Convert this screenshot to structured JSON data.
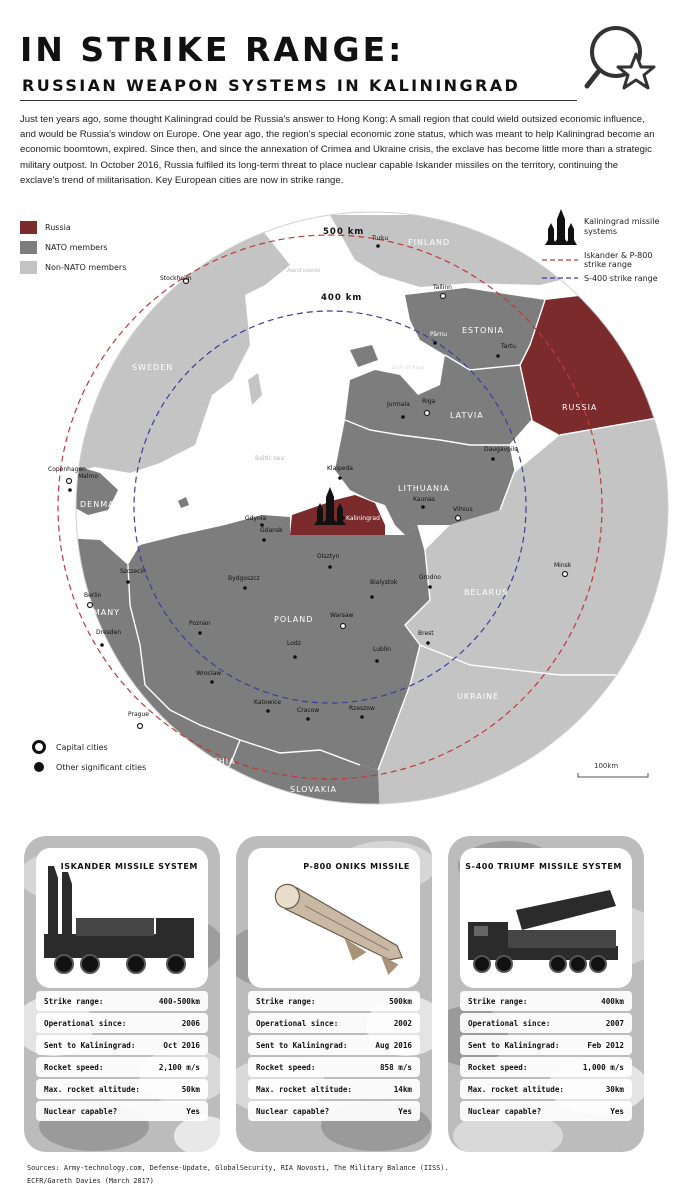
{
  "header": {
    "title": "IN STRIKE RANGE:",
    "subtitle": "RUSSIAN WEAPON SYSTEMS IN KALININGRAD",
    "intro": "Just ten years ago, some thought Kaliningrad could be Russia's answer to Hong Kong: A small region that could wield outsized economic influence, and would be Russia's window on Europe. One year ago, the region's special economic zone status, which was meant to help Kaliningrad become an economic boomtown, expired. Since then, and since the annexation of Crimea and Ukraine crisis, the exclave has become little more than a strategic military outpost. In October 2016, Russia fulfiled its long-term threat to place nuclear capable Iskander missiles on the territory, continuing the exclave's trend of militarisation. Key European cities are now in strike range."
  },
  "legend": {
    "russia": "Russia",
    "nato": "NATO members",
    "non_nato": "Non-NATO members",
    "missile_systems": "Kaliningrad missile systems",
    "iskander_range": "Iskander & P-800 strike range",
    "s400_range": "S-400 strike range",
    "capital": "Capital cities",
    "other_city": "Other significant cities",
    "scale": "100km"
  },
  "map": {
    "range_outer": "500 km",
    "range_inner": "400 km",
    "countries": {
      "finland": "FINLAND",
      "sweden": "SWEDEN",
      "estonia": "ESTONIA",
      "latvia": "LATVIA",
      "lithuania": "LITHUANIA",
      "russia": "RUSSIA",
      "denmark": "DENMARK",
      "poland": "POLAND",
      "belarus": "BELARUS",
      "germany": "GERMANY",
      "ukraine": "UKRAINE",
      "czechia": "CZECHIA",
      "slovakia": "SLOVAKIA"
    },
    "seas": {
      "aland": "Aland islands",
      "riga_gulf": "Gulf of Riga",
      "baltic": "Baltic sea"
    },
    "cities": {
      "turku": "Turku",
      "stockholm": "Stockholm",
      "tallinn": "Tallinn",
      "parnu": "Pärnu",
      "tartu": "Tartu",
      "jurmala": "Jurmala",
      "riga": "Riga",
      "daugavpils": "Daugavpils",
      "klaipeda": "Klaipeda",
      "kaunas": "Kaunas",
      "vilnius": "Vilnius",
      "kaliningrad": "Kaliningrad",
      "copenhagen": "Copenhagen",
      "malmo": "Malmo",
      "gdynia": "Gdynia",
      "gdansk": "Gdansk",
      "olsztyn": "Olsztyn",
      "bialystok": "Bialystok",
      "grodno": "Grodno",
      "minsk": "Minsk",
      "szczecin": "Szczecin",
      "bydgoszcz": "Bydgoszcz",
      "berlin": "Berlin",
      "poznan": "Poznan",
      "warsaw": "Warsaw",
      "brest": "Brest",
      "lodz": "Lodz",
      "lublin": "Lublin",
      "dresden": "Dresden",
      "wroclaw": "Wroclaw",
      "katowice": "Katowice",
      "cracow": "Cracow",
      "rzeszow": "Rzeszow",
      "prague": "Prague"
    }
  },
  "cards": [
    {
      "name": "ISKANDER MISSILE SYSTEM",
      "icon": "iskander-launcher-icon",
      "stats": [
        {
          "label": "Strike range:",
          "value": "400-500km"
        },
        {
          "label": "Operational since:",
          "value": "2006"
        },
        {
          "label": "Sent to Kaliningrad:",
          "value": "Oct 2016"
        },
        {
          "label": "Rocket speed:",
          "value": "2,100 m/s"
        },
        {
          "label": "Max. rocket altitude:",
          "value": "50km"
        },
        {
          "label": "Nuclear capable?",
          "value": "Yes"
        }
      ]
    },
    {
      "name": "P-800 ONIKS MISSILE",
      "icon": "oniks-missile-icon",
      "stats": [
        {
          "label": "Strike range:",
          "value": "500km"
        },
        {
          "label": "Operational since:",
          "value": "2002"
        },
        {
          "label": "Sent to Kaliningrad:",
          "value": "Aug 2016"
        },
        {
          "label": "Rocket speed:",
          "value": "858 m/s"
        },
        {
          "label": "Max. rocket altitude:",
          "value": "14km"
        },
        {
          "label": "Nuclear capable?",
          "value": "Yes"
        }
      ]
    },
    {
      "name": "S-400 TRIUMF MISSILE SYSTEM",
      "icon": "s400-launcher-icon",
      "stats": [
        {
          "label": "Strike range:",
          "value": "400km"
        },
        {
          "label": "Operational since:",
          "value": "2007"
        },
        {
          "label": "Sent to Kaliningrad:",
          "value": "Feb 2012"
        },
        {
          "label": "Rocket speed:",
          "value": "1,000 m/s"
        },
        {
          "label": "Max. rocket altitude:",
          "value": "30km"
        },
        {
          "label": "Nuclear capable?",
          "value": "Yes"
        }
      ]
    }
  ],
  "footer": {
    "sources": "Sources: Army-technology.com, Defense-Update, GlobalSecurity, RIA Novosti, The Military Balance (IISS).",
    "credit": "ECFR/Gareth Davies (March 2017)"
  },
  "colors": {
    "russia": "#7b2b2b",
    "nato": "#7d7d7d",
    "non_nato": "#c4c4c4",
    "sea": "#ffffff",
    "iskander_circle": "#c0393b",
    "s400_circle": "#3b3f9a"
  }
}
